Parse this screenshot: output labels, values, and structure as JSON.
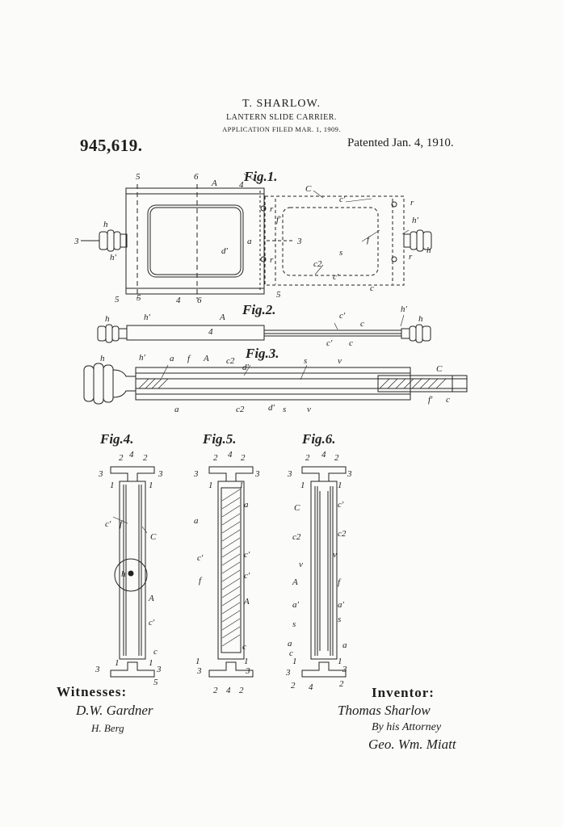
{
  "header": {
    "inventor_name": "T. SHARLOW.",
    "invention_title": "LANTERN SLIDE CARRIER.",
    "application_filed": "APPLICATION FILED MAR. 1, 1909.",
    "patent_number": "945,619.",
    "patented_date": "Patented Jan. 4, 1910."
  },
  "figures": {
    "fig1": "Fig.1.",
    "fig2": "Fig.2.",
    "fig3": "Fig.3.",
    "fig4": "Fig.4.",
    "fig5": "Fig.5.",
    "fig6": "Fig.6."
  },
  "footer": {
    "witnesses_label": "Witnesses:",
    "witness_1": "D.W. Gardner",
    "witness_2": "H. Berg",
    "inventor_label": "Inventor:",
    "inventor_signature": "Thomas Sharlow",
    "by_attorney": "By his Attorney",
    "attorney_signature": "Geo. Wm. Miatt"
  }
}
